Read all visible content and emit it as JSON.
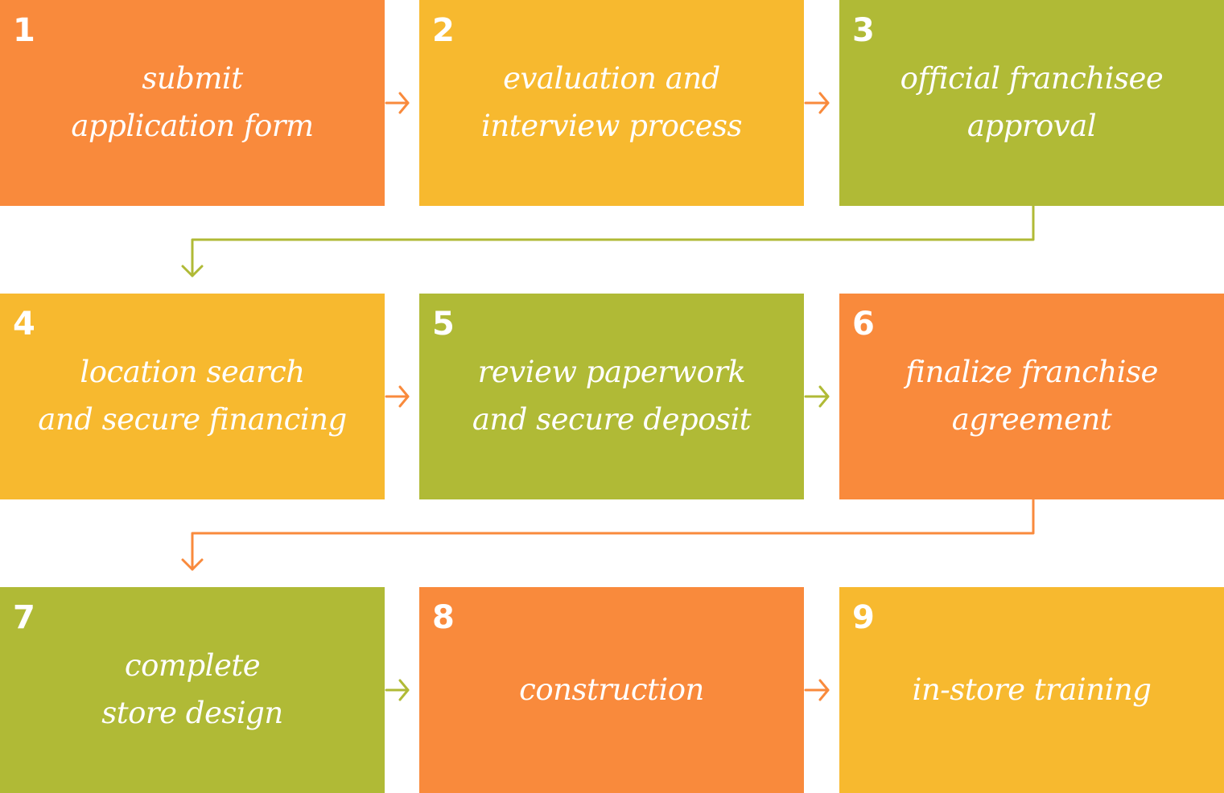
{
  "colors": {
    "orange": "#f98a3c",
    "yellow": "#f7b92f",
    "green": "#b0ba36",
    "background": "#ffffff",
    "text": "#ffffff"
  },
  "steps": [
    {
      "number": "1",
      "lines": [
        "submit",
        "application form"
      ],
      "color": "orange"
    },
    {
      "number": "2",
      "lines": [
        "evaluation and",
        "interview process"
      ],
      "color": "yellow"
    },
    {
      "number": "3",
      "lines": [
        "official franchisee",
        "approval"
      ],
      "color": "green"
    },
    {
      "number": "4",
      "lines": [
        "location search",
        "and secure financing"
      ],
      "color": "yellow"
    },
    {
      "number": "5",
      "lines": [
        "review paperwork",
        "and secure deposit"
      ],
      "color": "green"
    },
    {
      "number": "6",
      "lines": [
        "finalize franchise",
        "agreement"
      ],
      "color": "orange"
    },
    {
      "number": "7",
      "lines": [
        "complete",
        "store design"
      ],
      "color": "green"
    },
    {
      "number": "8",
      "lines": [
        "construction"
      ],
      "color": "orange"
    },
    {
      "number": "9",
      "lines": [
        "in-store training"
      ],
      "color": "yellow"
    }
  ],
  "connectors": [
    {
      "from": "1",
      "to": "2",
      "color": "orange"
    },
    {
      "from": "2",
      "to": "3",
      "color": "orange"
    },
    {
      "from": "3",
      "to": "4",
      "color": "green"
    },
    {
      "from": "4",
      "to": "5",
      "color": "orange"
    },
    {
      "from": "5",
      "to": "6",
      "color": "green"
    },
    {
      "from": "6",
      "to": "7",
      "color": "orange"
    },
    {
      "from": "7",
      "to": "8",
      "color": "green"
    },
    {
      "from": "8",
      "to": "9",
      "color": "orange"
    }
  ]
}
